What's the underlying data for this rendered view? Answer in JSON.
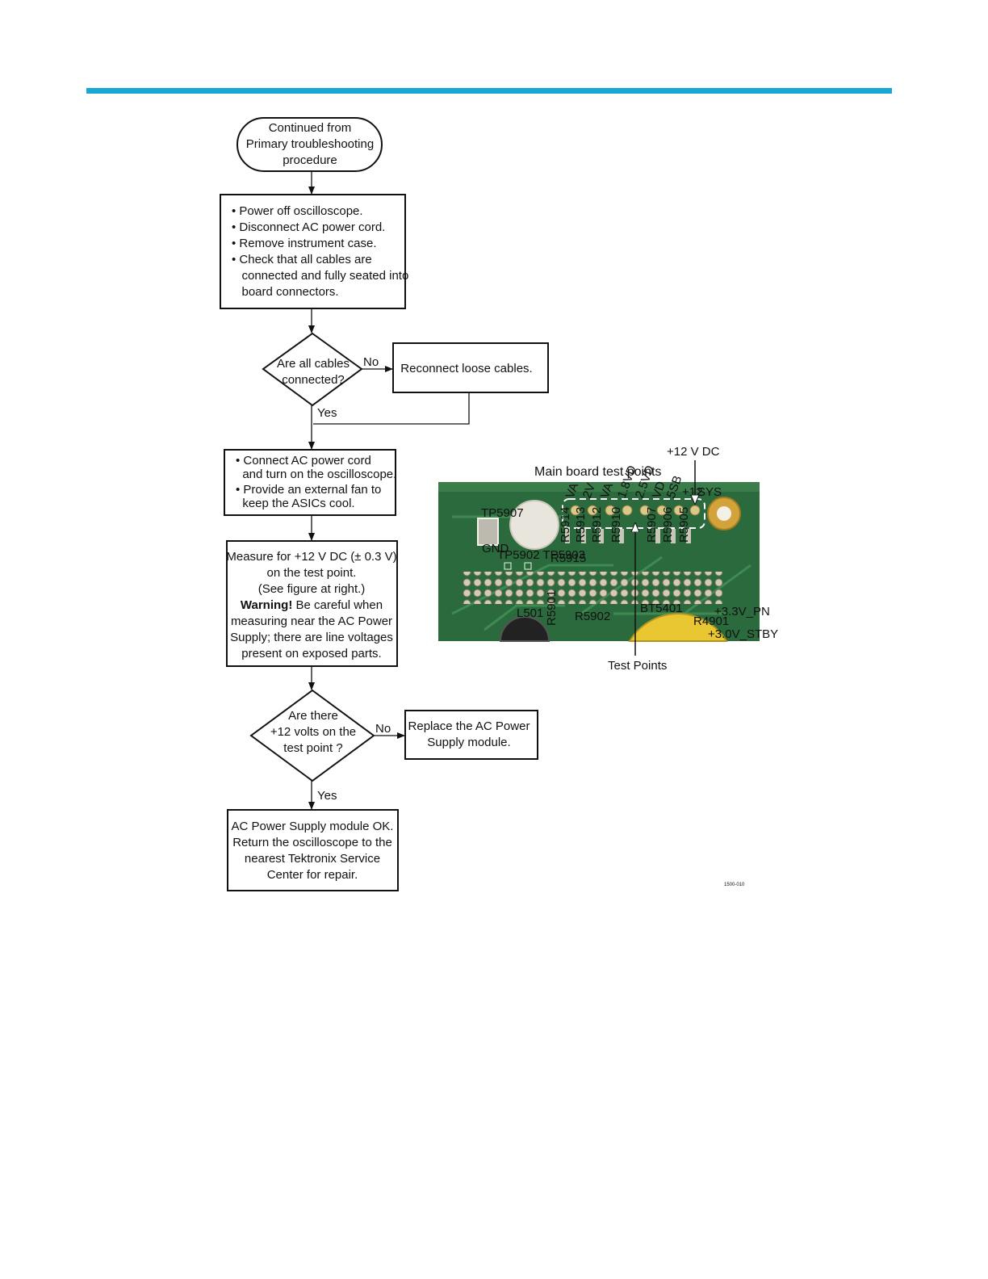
{
  "header": {
    "accent_color": "#1ba7d3"
  },
  "flowchart": {
    "start": [
      "Continued from",
      "Primary troubleshooting",
      "procedure"
    ],
    "step1": [
      "• Power off oscilloscope.",
      "• Disconnect AC power cord.",
      "• Remove instrument case.",
      "• Check that all cables are",
      "   connected and fully seated into",
      "   board connectors."
    ],
    "decision1": [
      "Are all cables",
      "connected?"
    ],
    "decision1_no": "No",
    "decision1_yes": "Yes",
    "reconnect": "Reconnect loose cables.",
    "step2": [
      "• Connect AC power cord",
      "  and turn on the oscilloscope.",
      "• Provide an external fan to",
      "  keep the ASICs cool."
    ],
    "step3_lines": [
      "Measure for +12 V DC (± 0.3 V)",
      "on the test point.",
      "(See figure at right.)"
    ],
    "step3_warning_bold": "Warning!",
    "step3_warning_rest": " Be careful when",
    "step3_tail": [
      "measuring near the AC Power",
      "Supply; there are line voltages",
      "present on exposed parts."
    ],
    "decision2": [
      "Are there",
      "+12 volts on the",
      "test point ?"
    ],
    "decision2_no": "No",
    "decision2_yes": "Yes",
    "replace": [
      "Replace the AC Power",
      "Supply module."
    ],
    "final": [
      "AC Power Supply module OK.",
      "Return the oscilloscope to the",
      "nearest Tektronix Service",
      "Center for repair."
    ]
  },
  "figure": {
    "title": "Main board test points",
    "callout_top": "+12 V DC",
    "callout_bottom": "Test Points",
    "figure_id": "1500-010",
    "board_labels": [
      "TP5907",
      "GND",
      "R5914",
      "R5913",
      "R5912",
      "R5910",
      "R5907",
      "R5906",
      "R5905",
      "R5915",
      "TP5902 TP5903",
      "L501",
      "R5901",
      "R5902",
      "BT5401",
      "R4901",
      "+3.3V_PN",
      "+3.0V_STBY"
    ],
    "pad_labels": [
      "VA",
      "2V",
      "VA",
      "1.8VD",
      "2.5VD",
      "VD",
      "5SB",
      "+12",
      "SYS"
    ]
  }
}
